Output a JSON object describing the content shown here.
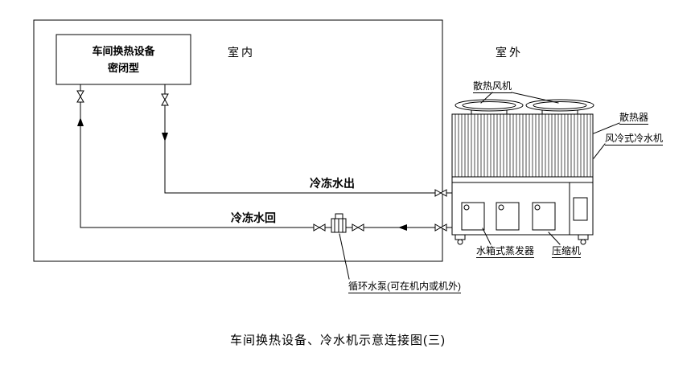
{
  "diagram": {
    "caption": "车间换热设备、冷水机示意连接图(三)",
    "rooms": {
      "indoor": "室内",
      "outdoor": "室外"
    },
    "equipment_box": {
      "line1": "车间换热设备",
      "line2": "密闭型"
    },
    "pipes": {
      "supply_label": "冷冻水出",
      "return_label": "冷冻水回"
    },
    "chiller_parts": {
      "fan": "散热风机",
      "radiator": "散热器",
      "unit": "风冷式冷水机",
      "evaporator": "水箱式蒸发器",
      "compressor": "压缩机"
    },
    "pump_label": "循环水泵(可在机内或机外)",
    "colors": {
      "line": "#000000",
      "background": "#ffffff"
    }
  }
}
